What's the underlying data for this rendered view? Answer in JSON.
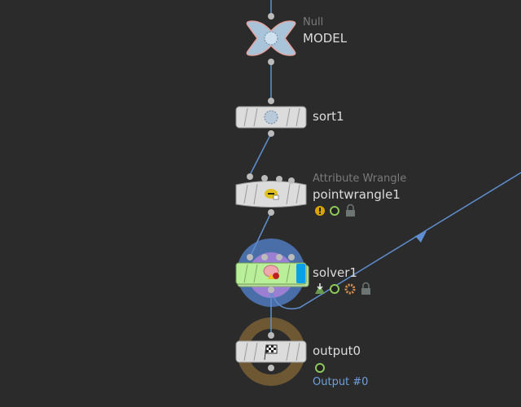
{
  "network": {
    "wire_color": "#5f8fd0",
    "nodes": [
      {
        "id": "model",
        "type_label": "Null",
        "name": "MODEL",
        "icon": "null-cross-icon"
      },
      {
        "id": "sort1",
        "name": "sort1",
        "icon": "gear-icon"
      },
      {
        "id": "pointwrangle1",
        "type_label": "Attribute Wrangle",
        "name": "pointwrangle1",
        "icon": "wrangler-icon",
        "badges": [
          "warning-icon",
          "time-dependent-icon",
          "lock-icon"
        ]
      },
      {
        "id": "solver1",
        "name": "solver1",
        "icon": "brain-icon",
        "badges": [
          "dive-icon",
          "time-dependent-icon",
          "bypass-gear-icon",
          "lock-icon"
        ]
      },
      {
        "id": "output0",
        "name": "output0",
        "icon": "checkered-flag-icon",
        "sub_label": "Output #0",
        "badges": [
          "time-dependent-icon"
        ]
      }
    ]
  }
}
